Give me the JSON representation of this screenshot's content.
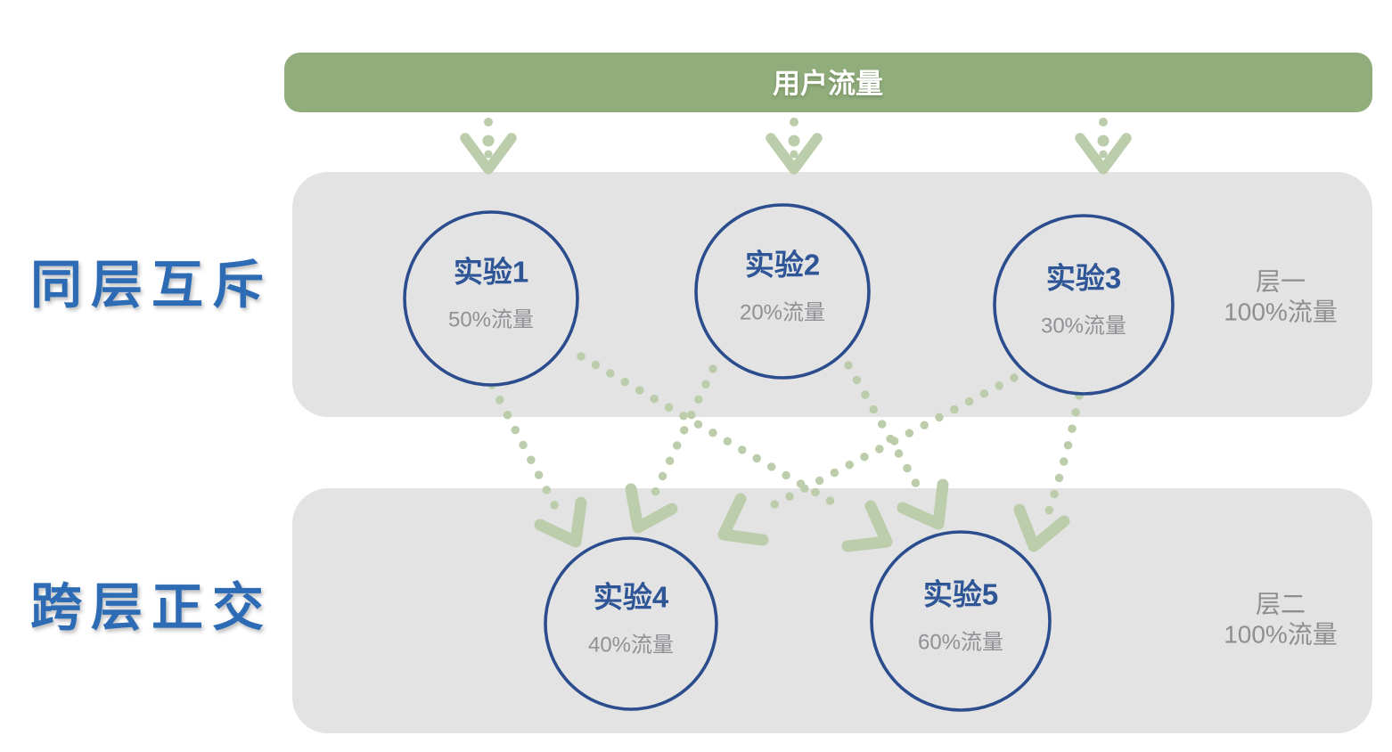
{
  "banner": {
    "label": "用户流量"
  },
  "row_labels": [
    {
      "label": "同层互斥"
    },
    {
      "label": "跨层正交"
    }
  ],
  "layers": [
    {
      "name": "层一",
      "traffic": "100%流量",
      "experiments": [
        {
          "name": "实验1",
          "traffic": "50%流量"
        },
        {
          "name": "实验2",
          "traffic": "20%流量"
        },
        {
          "name": "实验3",
          "traffic": "30%流量"
        }
      ]
    },
    {
      "name": "层二",
      "traffic": "100%流量",
      "experiments": [
        {
          "name": "实验4",
          "traffic": "40%流量"
        },
        {
          "name": "实验5",
          "traffic": "60%流量"
        }
      ]
    }
  ],
  "colors": {
    "banner_green": "#91ad7c",
    "arrow_green": "#bccdab",
    "panel_gray": "#e3e3e4",
    "circle_stroke_blue": "#2c4d8d",
    "experiment_text_blue": "#2e5596",
    "muted_text_gray": "#8f9194",
    "layer_label_gray": "#8e8e8e",
    "side_label_blue": "#2d6cb5"
  }
}
